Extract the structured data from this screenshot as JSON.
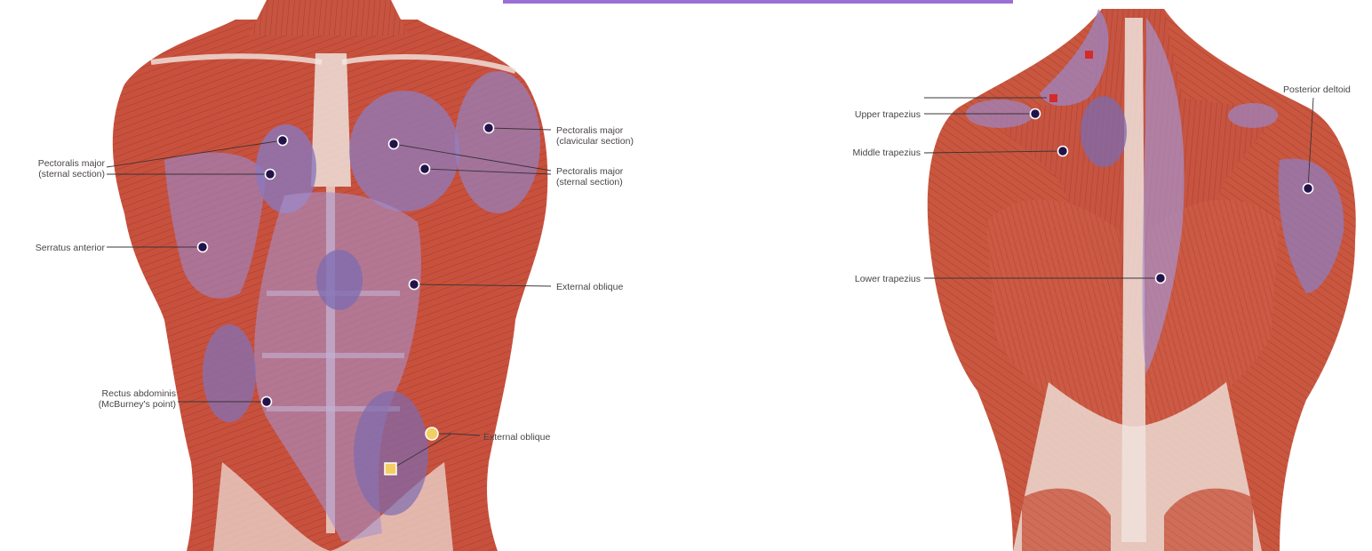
{
  "colors": {
    "muscle": "#c8513d",
    "muscle_dark": "#9a3226",
    "fascia": "#efe2dc",
    "pain_zone": "#9c86c4",
    "pain_core": "#7c6bb0",
    "trigger_point": "#24124a",
    "accent_bar": "#9b6fd6",
    "yellow_marker": "#f2cf63",
    "red_marker": "#d42a2a"
  },
  "front": {
    "labels": {
      "pec_major_sternal_left": [
        "Pectoralis major",
        "(sternal section)"
      ],
      "serratus_anterior": [
        "Serratus anterior"
      ],
      "rectus_abdominis": [
        "Rectus abdominis",
        "(McBurney's point)"
      ],
      "pec_major_clavicular": [
        "Pectoralis major",
        "(clavicular section)"
      ],
      "pec_major_sternal_right": [
        "Pectoralis major",
        "(sternal section)"
      ],
      "external_oblique_upper": [
        "External oblique"
      ],
      "external_oblique_lower": [
        "External oblique"
      ]
    }
  },
  "back": {
    "labels": {
      "upper_trapezius": [
        "Upper trapezius"
      ],
      "middle_trapezius": [
        "Middle trapezius"
      ],
      "lower_trapezius": [
        "Lower trapezius"
      ],
      "posterior_deltoid": [
        "Posterior deltoid"
      ]
    }
  }
}
